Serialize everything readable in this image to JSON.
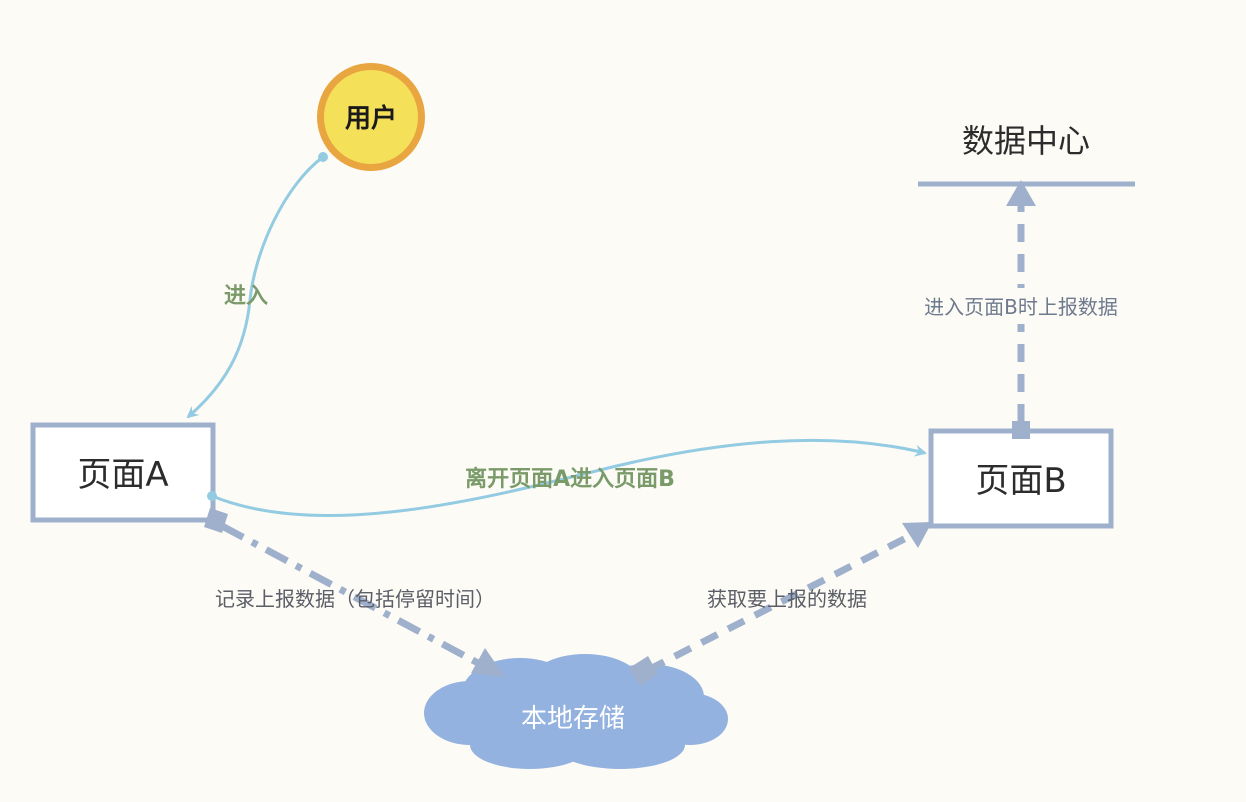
{
  "nodes": {
    "user": "用户",
    "page_a": "页面A",
    "page_b": "页面B",
    "data_center": "数据中心",
    "local_storage": "本地存储"
  },
  "edges": {
    "enter": "进入",
    "leave_a_enter_b": "离开页面A进入页面B",
    "record_report": "记录上报数据（包括停留时间）",
    "fetch_report": "获取要上报的数据",
    "report_on_enter_b": "进入页面B时上报数据"
  },
  "colors": {
    "background": "#fdfbf6",
    "box_border": "#9fb0cc",
    "user_fill": "#f5e05a",
    "user_ring": "#e9a53f",
    "flow_line": "#93cbe2",
    "dashed_line": "#9fb0cc",
    "cloud_fill": "#93b2df",
    "label_green": "#7a9a6a"
  }
}
